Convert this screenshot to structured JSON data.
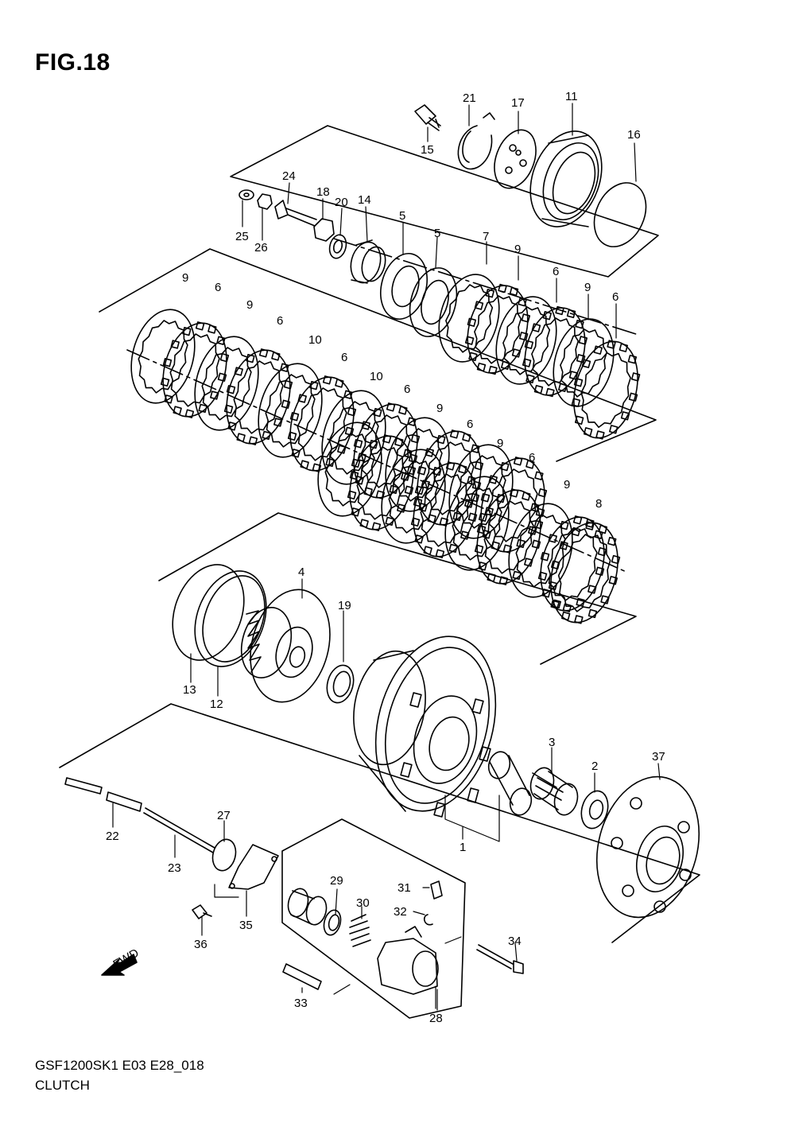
{
  "figure": {
    "title": "FIG.18",
    "code": "GSF1200SK1 E03 E28_018",
    "name": "CLUTCH",
    "fwd_label": "FWD"
  },
  "callouts": [
    {
      "id": "c21",
      "text": "21"
    },
    {
      "id": "c17",
      "text": "17"
    },
    {
      "id": "c11",
      "text": "11"
    },
    {
      "id": "c16",
      "text": "16"
    },
    {
      "id": "c15",
      "text": "15"
    },
    {
      "id": "c24",
      "text": "24"
    },
    {
      "id": "c18",
      "text": "18"
    },
    {
      "id": "c20",
      "text": "20"
    },
    {
      "id": "c14",
      "text": "14"
    },
    {
      "id": "c25",
      "text": "25"
    },
    {
      "id": "c26",
      "text": "26"
    },
    {
      "id": "c5a",
      "text": "5"
    },
    {
      "id": "c5b",
      "text": "5"
    },
    {
      "id": "c7",
      "text": "7"
    },
    {
      "id": "c9u1",
      "text": "9"
    },
    {
      "id": "c6u1",
      "text": "6"
    },
    {
      "id": "c9u2",
      "text": "9"
    },
    {
      "id": "c6u2",
      "text": "6"
    },
    {
      "id": "c9a",
      "text": "9"
    },
    {
      "id": "c6a",
      "text": "6"
    },
    {
      "id": "c9b",
      "text": "9"
    },
    {
      "id": "c6b",
      "text": "6"
    },
    {
      "id": "c10a",
      "text": "10"
    },
    {
      "id": "c6c",
      "text": "6"
    },
    {
      "id": "c10b",
      "text": "10"
    },
    {
      "id": "c6d",
      "text": "6"
    },
    {
      "id": "c9c",
      "text": "9"
    },
    {
      "id": "c6e",
      "text": "6"
    },
    {
      "id": "c9d",
      "text": "9"
    },
    {
      "id": "c6f",
      "text": "6"
    },
    {
      "id": "c9e",
      "text": "9"
    },
    {
      "id": "c8",
      "text": "8"
    },
    {
      "id": "c4",
      "text": "4"
    },
    {
      "id": "c19",
      "text": "19"
    },
    {
      "id": "c13",
      "text": "13"
    },
    {
      "id": "c12",
      "text": "12"
    },
    {
      "id": "c3",
      "text": "3"
    },
    {
      "id": "c2",
      "text": "2"
    },
    {
      "id": "c37",
      "text": "37"
    },
    {
      "id": "c1",
      "text": "1"
    },
    {
      "id": "c22",
      "text": "22"
    },
    {
      "id": "c23",
      "text": "23"
    },
    {
      "id": "c27",
      "text": "27"
    },
    {
      "id": "c35",
      "text": "35"
    },
    {
      "id": "c36",
      "text": "36"
    },
    {
      "id": "c29",
      "text": "29"
    },
    {
      "id": "c30",
      "text": "30"
    },
    {
      "id": "c31",
      "text": "31"
    },
    {
      "id": "c32",
      "text": "32"
    },
    {
      "id": "c34",
      "text": "34"
    },
    {
      "id": "c33",
      "text": "33"
    },
    {
      "id": "c28",
      "text": "28"
    }
  ]
}
